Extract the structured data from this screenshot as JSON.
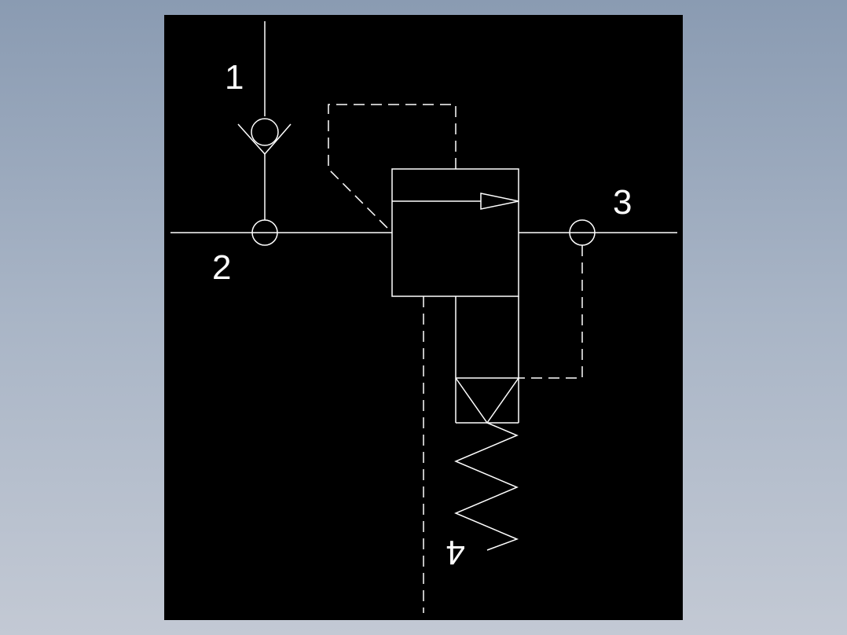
{
  "colors": {
    "background": "#8a9bb2",
    "canvas": "#000000",
    "line": "#ffffff"
  },
  "ports": {
    "port_1": "1",
    "port_2": "2",
    "port_3": "3",
    "port_4": "4"
  }
}
